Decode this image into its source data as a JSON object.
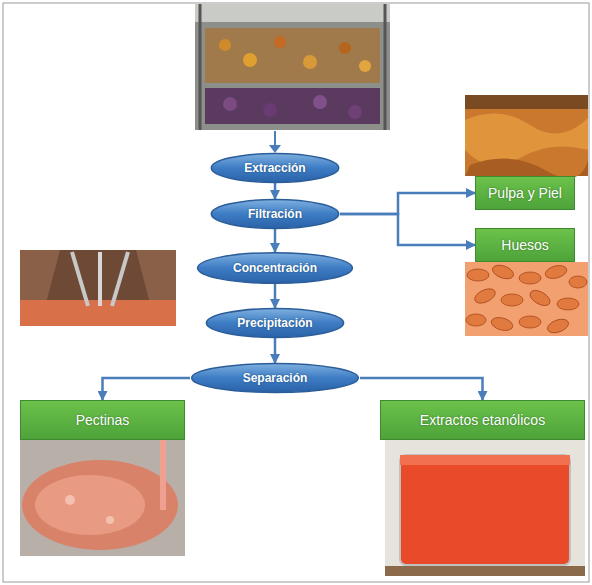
{
  "diagram": {
    "nodes": [
      {
        "text": [
          "Extracción"
        ]
      },
      {
        "text": [
          "Filtración"
        ]
      },
      {
        "text": [
          "Concentración"
        ]
      },
      {
        "text": [
          "Precipitación"
        ]
      },
      {
        "text": [
          "Separación"
        ]
      },
      {
        "text": [
          "Pulpa y Piel"
        ]
      },
      {
        "text": [
          "Huesos"
        ]
      },
      {
        "text": [
          "Pectinas"
        ]
      },
      {
        "text": [
          "Extractos etanólicos"
        ]
      }
    ],
    "edges": [
      {
        "from": 0,
        "to": 1,
        "arrow": "to"
      },
      {
        "from": 1,
        "to": 2,
        "arrow": "to"
      },
      {
        "from": 2,
        "to": 3,
        "arrow": "to"
      },
      {
        "from": 3,
        "to": 4,
        "arrow": "to"
      },
      {
        "from": 1,
        "to": 5,
        "arrow": "to"
      },
      {
        "from": 1,
        "to": 6,
        "arrow": "to"
      },
      {
        "from": 4,
        "to": 7,
        "arrow": "to"
      },
      {
        "from": 4,
        "to": 8,
        "arrow": "to"
      }
    ]
  }
}
